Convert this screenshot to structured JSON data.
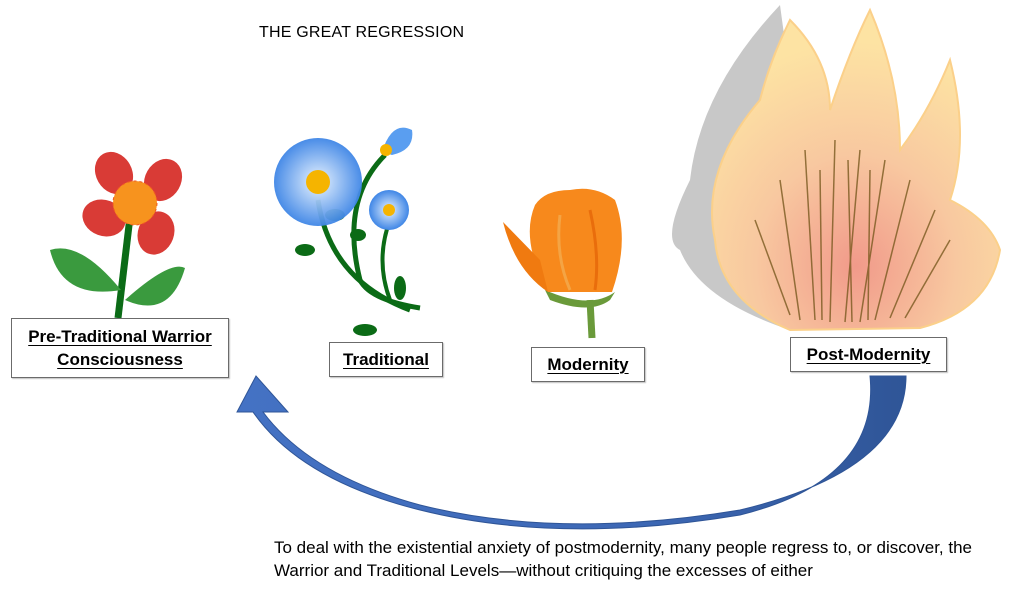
{
  "title": "THE GREAT REGRESSION",
  "stages": [
    {
      "id": "pre-traditional",
      "label": "Pre-Traditional Warrior Consciousness",
      "illustration": "red-flower-icon"
    },
    {
      "id": "traditional",
      "label": "Traditional",
      "illustration": "blue-daisies-icon"
    },
    {
      "id": "modernity",
      "label": "Modernity",
      "illustration": "orange-bud-icon"
    },
    {
      "id": "post-modernity",
      "label": "Post-Modernity",
      "illustration": "burning-grass-icon"
    }
  ],
  "arrow": {
    "from": "Post-Modernity",
    "to": "Pre-Traditional Warrior Consciousness",
    "color": "#4472c4"
  },
  "caption": "To deal with the existential anxiety of postmodernity, many people regress to, or discover, the Warrior and Traditional Levels—without critiquing the excesses of either",
  "colors": {
    "arrow": "#4472c4",
    "arrow_dark": "#2f5597",
    "red_petal": "#d93b36",
    "blue_petal": "#4a90e8",
    "orange_bud": "#f7891c",
    "flame": "#fcd68a"
  }
}
